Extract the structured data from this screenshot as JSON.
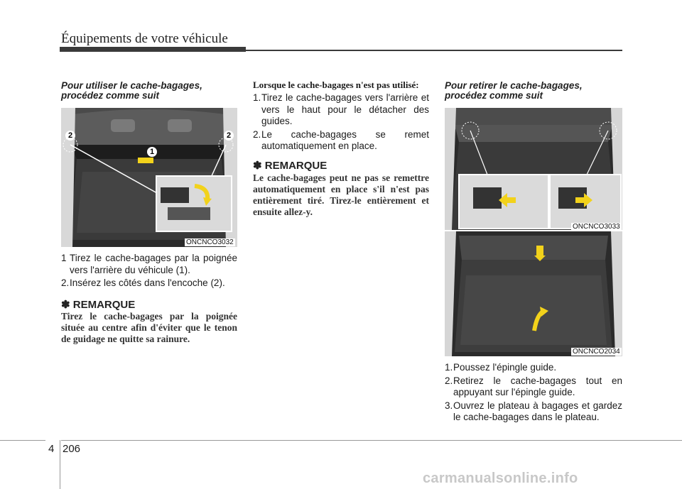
{
  "header": {
    "title": "Équipements de votre véhicule"
  },
  "col1": {
    "subhead": "Pour utiliser le cache-bagages, procédez comme suit",
    "image_code": "ONCNCO3032",
    "callouts": [
      "1",
      "2",
      "2"
    ],
    "steps": [
      {
        "num": "1",
        "text": "Tirez le cache-bagages par la poignée vers l'arrière du véhicule (1)."
      },
      {
        "num": "2.",
        "text": "Insérez les côtés dans l'encoche (2)."
      }
    ],
    "remark_title": "✽ REMARQUE",
    "remark_body": "Tirez le cache-bagages par la poignée située au centre afin d'éviter que le tenon de guidage ne quitte sa rainure."
  },
  "col2": {
    "heading": "Lorsque le cache-bagages n'est pas utilisé:",
    "steps": [
      {
        "num": "1.",
        "text": "Tirez le cache-bagages vers l'arrière et vers le haut pour le détacher des guides."
      },
      {
        "num": "2.",
        "text": "Le cache-bagages se remet automatiquement en place."
      }
    ],
    "remark_title": "✽ REMARQUE",
    "remark_body": "Le cache-bagages peut ne pas se remettre automatiquement en place s'il n'est pas entièrement tiré. Tirez-le entièrement et ensuite allez-y."
  },
  "col3": {
    "subhead": "Pour retirer le cache-bagages, procédez comme suit",
    "image1_code": "ONCNCO3033",
    "image2_code": "ONCNCO2034",
    "steps": [
      {
        "num": "1.",
        "text": "Poussez l'épingle guide."
      },
      {
        "num": "2.",
        "text": "Retirez le cache-bagages tout en appuyant sur l'épingle guide."
      },
      {
        "num": "3.",
        "text": "Ouvrez le plateau à bagages et gardez le cache-bagages dans le plateau."
      }
    ]
  },
  "footer": {
    "chapter": "4",
    "page": "206",
    "watermark": "carmanualsonline.info"
  },
  "colors": {
    "rule": "#3a3a3a",
    "arrow": "#f2d21b",
    "photo_dark": "#2d2d2d"
  }
}
